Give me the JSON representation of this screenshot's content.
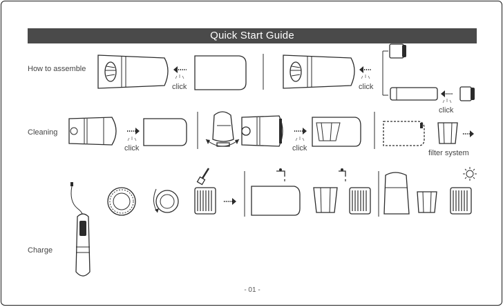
{
  "header": {
    "title": "Quick Start Guide"
  },
  "sections": {
    "assemble": {
      "label": "How to assemble"
    },
    "cleaning": {
      "label": "Cleaning"
    },
    "charge": {
      "label": "Charge"
    }
  },
  "captions": {
    "click": "click",
    "filter_system": "filter system"
  },
  "icons": {
    "push_arrow": "push-arrow-icon",
    "click": "click-burst-icon",
    "faucet": "water-faucet-icon",
    "brush": "cleaning-brush-icon",
    "sun": "sun-dry-icon"
  },
  "footer": {
    "page_number": "- 01 -"
  },
  "colors": {
    "banner": "#4a4a4a",
    "line": "#2b2b2b"
  }
}
